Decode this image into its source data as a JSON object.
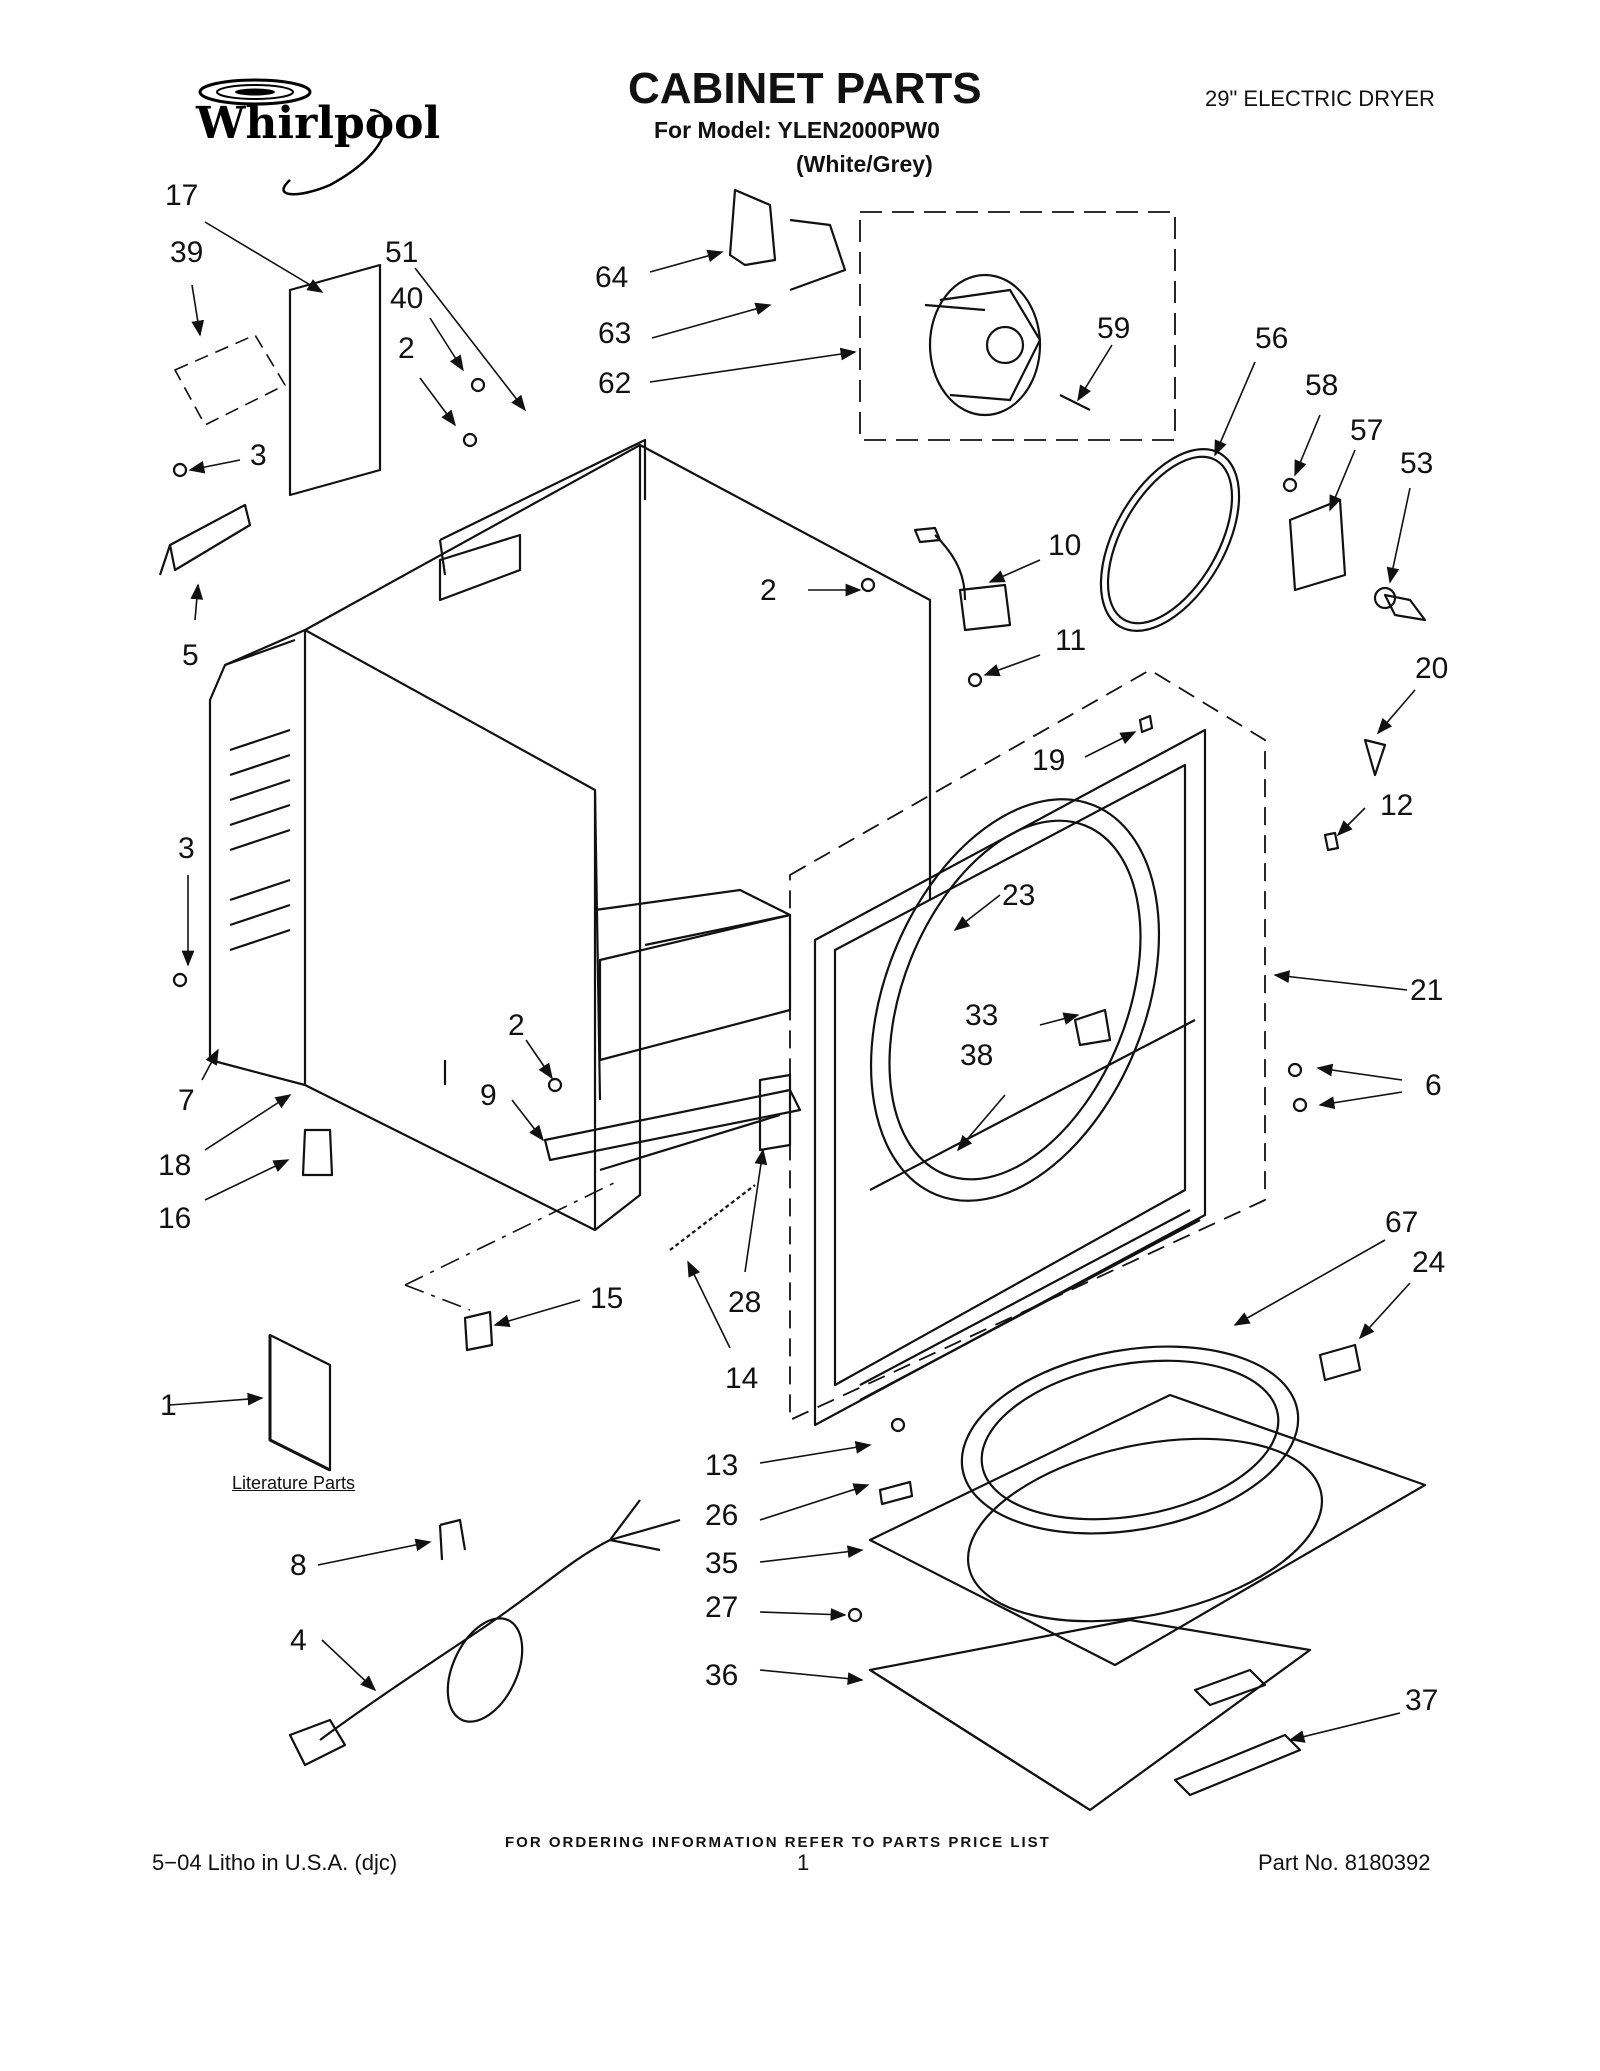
{
  "brand": {
    "name": "Whirlpool",
    "logo_icon": "whirlpool-swirl-logo"
  },
  "header": {
    "title": "CABINET PARTS",
    "model_line": "For Model: YLEN2000PW0",
    "variant": "(White/Grey)",
    "product": "29\" ELECTRIC DRYER"
  },
  "literature": {
    "label": "Literature Parts"
  },
  "callouts": [
    {
      "id": "17",
      "label": "17"
    },
    {
      "id": "39",
      "label": "39"
    },
    {
      "id": "51",
      "label": "51"
    },
    {
      "id": "40",
      "label": "40"
    },
    {
      "id": "2a",
      "label": "2"
    },
    {
      "id": "3a",
      "label": "3"
    },
    {
      "id": "5",
      "label": "5"
    },
    {
      "id": "64",
      "label": "64"
    },
    {
      "id": "63",
      "label": "63"
    },
    {
      "id": "62",
      "label": "62"
    },
    {
      "id": "59",
      "label": "59"
    },
    {
      "id": "56",
      "label": "56"
    },
    {
      "id": "58",
      "label": "58"
    },
    {
      "id": "57",
      "label": "57"
    },
    {
      "id": "53",
      "label": "53"
    },
    {
      "id": "10",
      "label": "10"
    },
    {
      "id": "2b",
      "label": "2"
    },
    {
      "id": "11",
      "label": "11"
    },
    {
      "id": "20",
      "label": "20"
    },
    {
      "id": "19",
      "label": "19"
    },
    {
      "id": "12",
      "label": "12"
    },
    {
      "id": "3b",
      "label": "3"
    },
    {
      "id": "23",
      "label": "23"
    },
    {
      "id": "21",
      "label": "21"
    },
    {
      "id": "33",
      "label": "33"
    },
    {
      "id": "38",
      "label": "38"
    },
    {
      "id": "2c",
      "label": "2"
    },
    {
      "id": "6",
      "label": "6"
    },
    {
      "id": "7",
      "label": "7"
    },
    {
      "id": "9",
      "label": "9"
    },
    {
      "id": "18",
      "label": "18"
    },
    {
      "id": "16",
      "label": "16"
    },
    {
      "id": "67",
      "label": "67"
    },
    {
      "id": "24",
      "label": "24"
    },
    {
      "id": "28",
      "label": "28"
    },
    {
      "id": "15",
      "label": "15"
    },
    {
      "id": "14",
      "label": "14"
    },
    {
      "id": "1",
      "label": "1"
    },
    {
      "id": "13",
      "label": "13"
    },
    {
      "id": "26",
      "label": "26"
    },
    {
      "id": "35",
      "label": "35"
    },
    {
      "id": "8",
      "label": "8"
    },
    {
      "id": "27",
      "label": "27"
    },
    {
      "id": "4",
      "label": "4"
    },
    {
      "id": "36",
      "label": "36"
    },
    {
      "id": "37",
      "label": "37"
    }
  ],
  "footer": {
    "ordering_note": "FOR ORDERING INFORMATION REFER TO PARTS PRICE LIST",
    "litho": "5−04 Litho in U.S.A. (djc)",
    "page_number": "1",
    "part_number": "Part No. 8180392"
  }
}
